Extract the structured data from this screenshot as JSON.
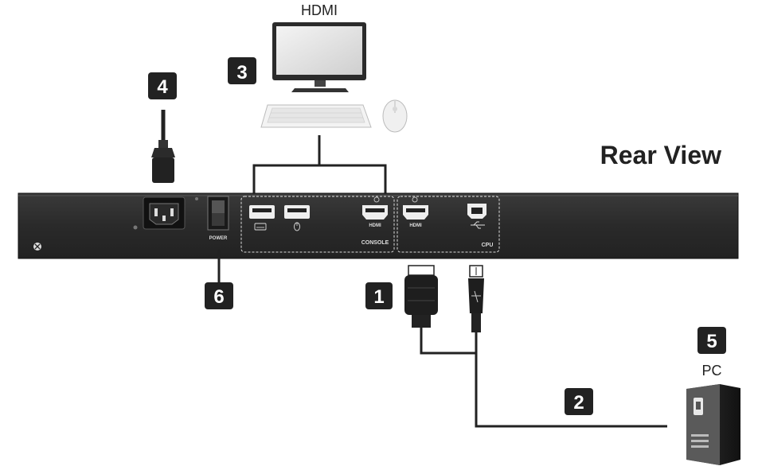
{
  "title": "Rear View",
  "labels": {
    "monitor": "HDMI",
    "pc": "PC",
    "power": "POWER",
    "console": "CONSOLE",
    "cpu": "CPU",
    "hdmi_port_console": "HDMI",
    "hdmi_port_cpu": "HDMI"
  },
  "badges": {
    "cable_hdmi": "1",
    "cable_link": "2",
    "console_devices": "3",
    "power_cord": "4",
    "pc": "5",
    "power_switch": "6"
  }
}
